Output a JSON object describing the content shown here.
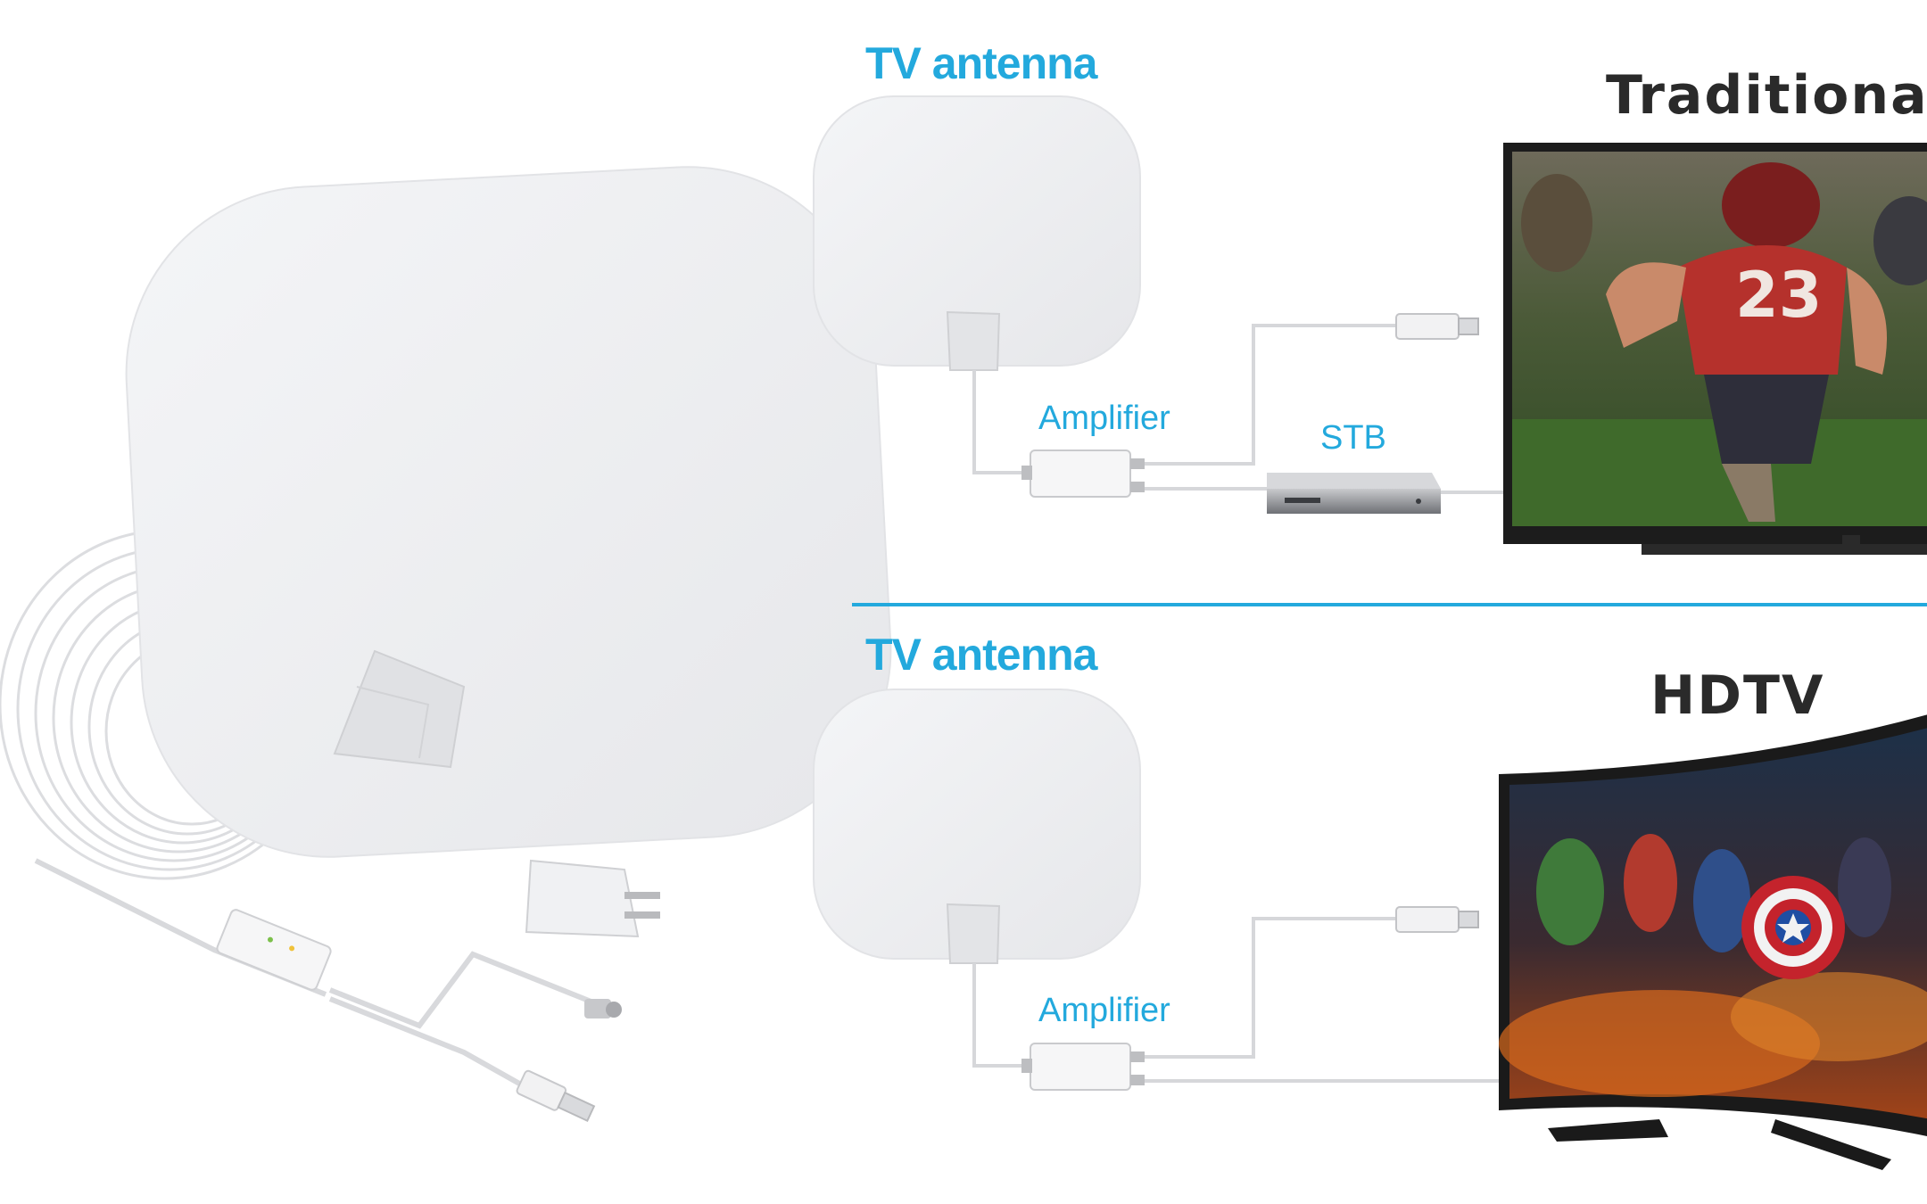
{
  "labels": {
    "traditional": "Traditional",
    "hdtv": "HDTV",
    "antenna_top": "TV antenna",
    "antenna_bottom": "TV antenna",
    "amplifier_top": "Amplifier",
    "amplifier_bottom": "Amplifier",
    "stb": "STB"
  },
  "colors": {
    "accent_blue": "#23a9dd",
    "antenna_white": "#eeeff1",
    "cable": "#dcdde0",
    "tv_frame": "#1c1c1c",
    "heading_dark": "#2a2a2a"
  },
  "icons": {
    "antenna": "flat-antenna-icon",
    "amplifier": "amplifier-box-icon",
    "usb": "usb-plug-icon",
    "stb": "set-top-box-icon",
    "tv": "television-icon"
  }
}
